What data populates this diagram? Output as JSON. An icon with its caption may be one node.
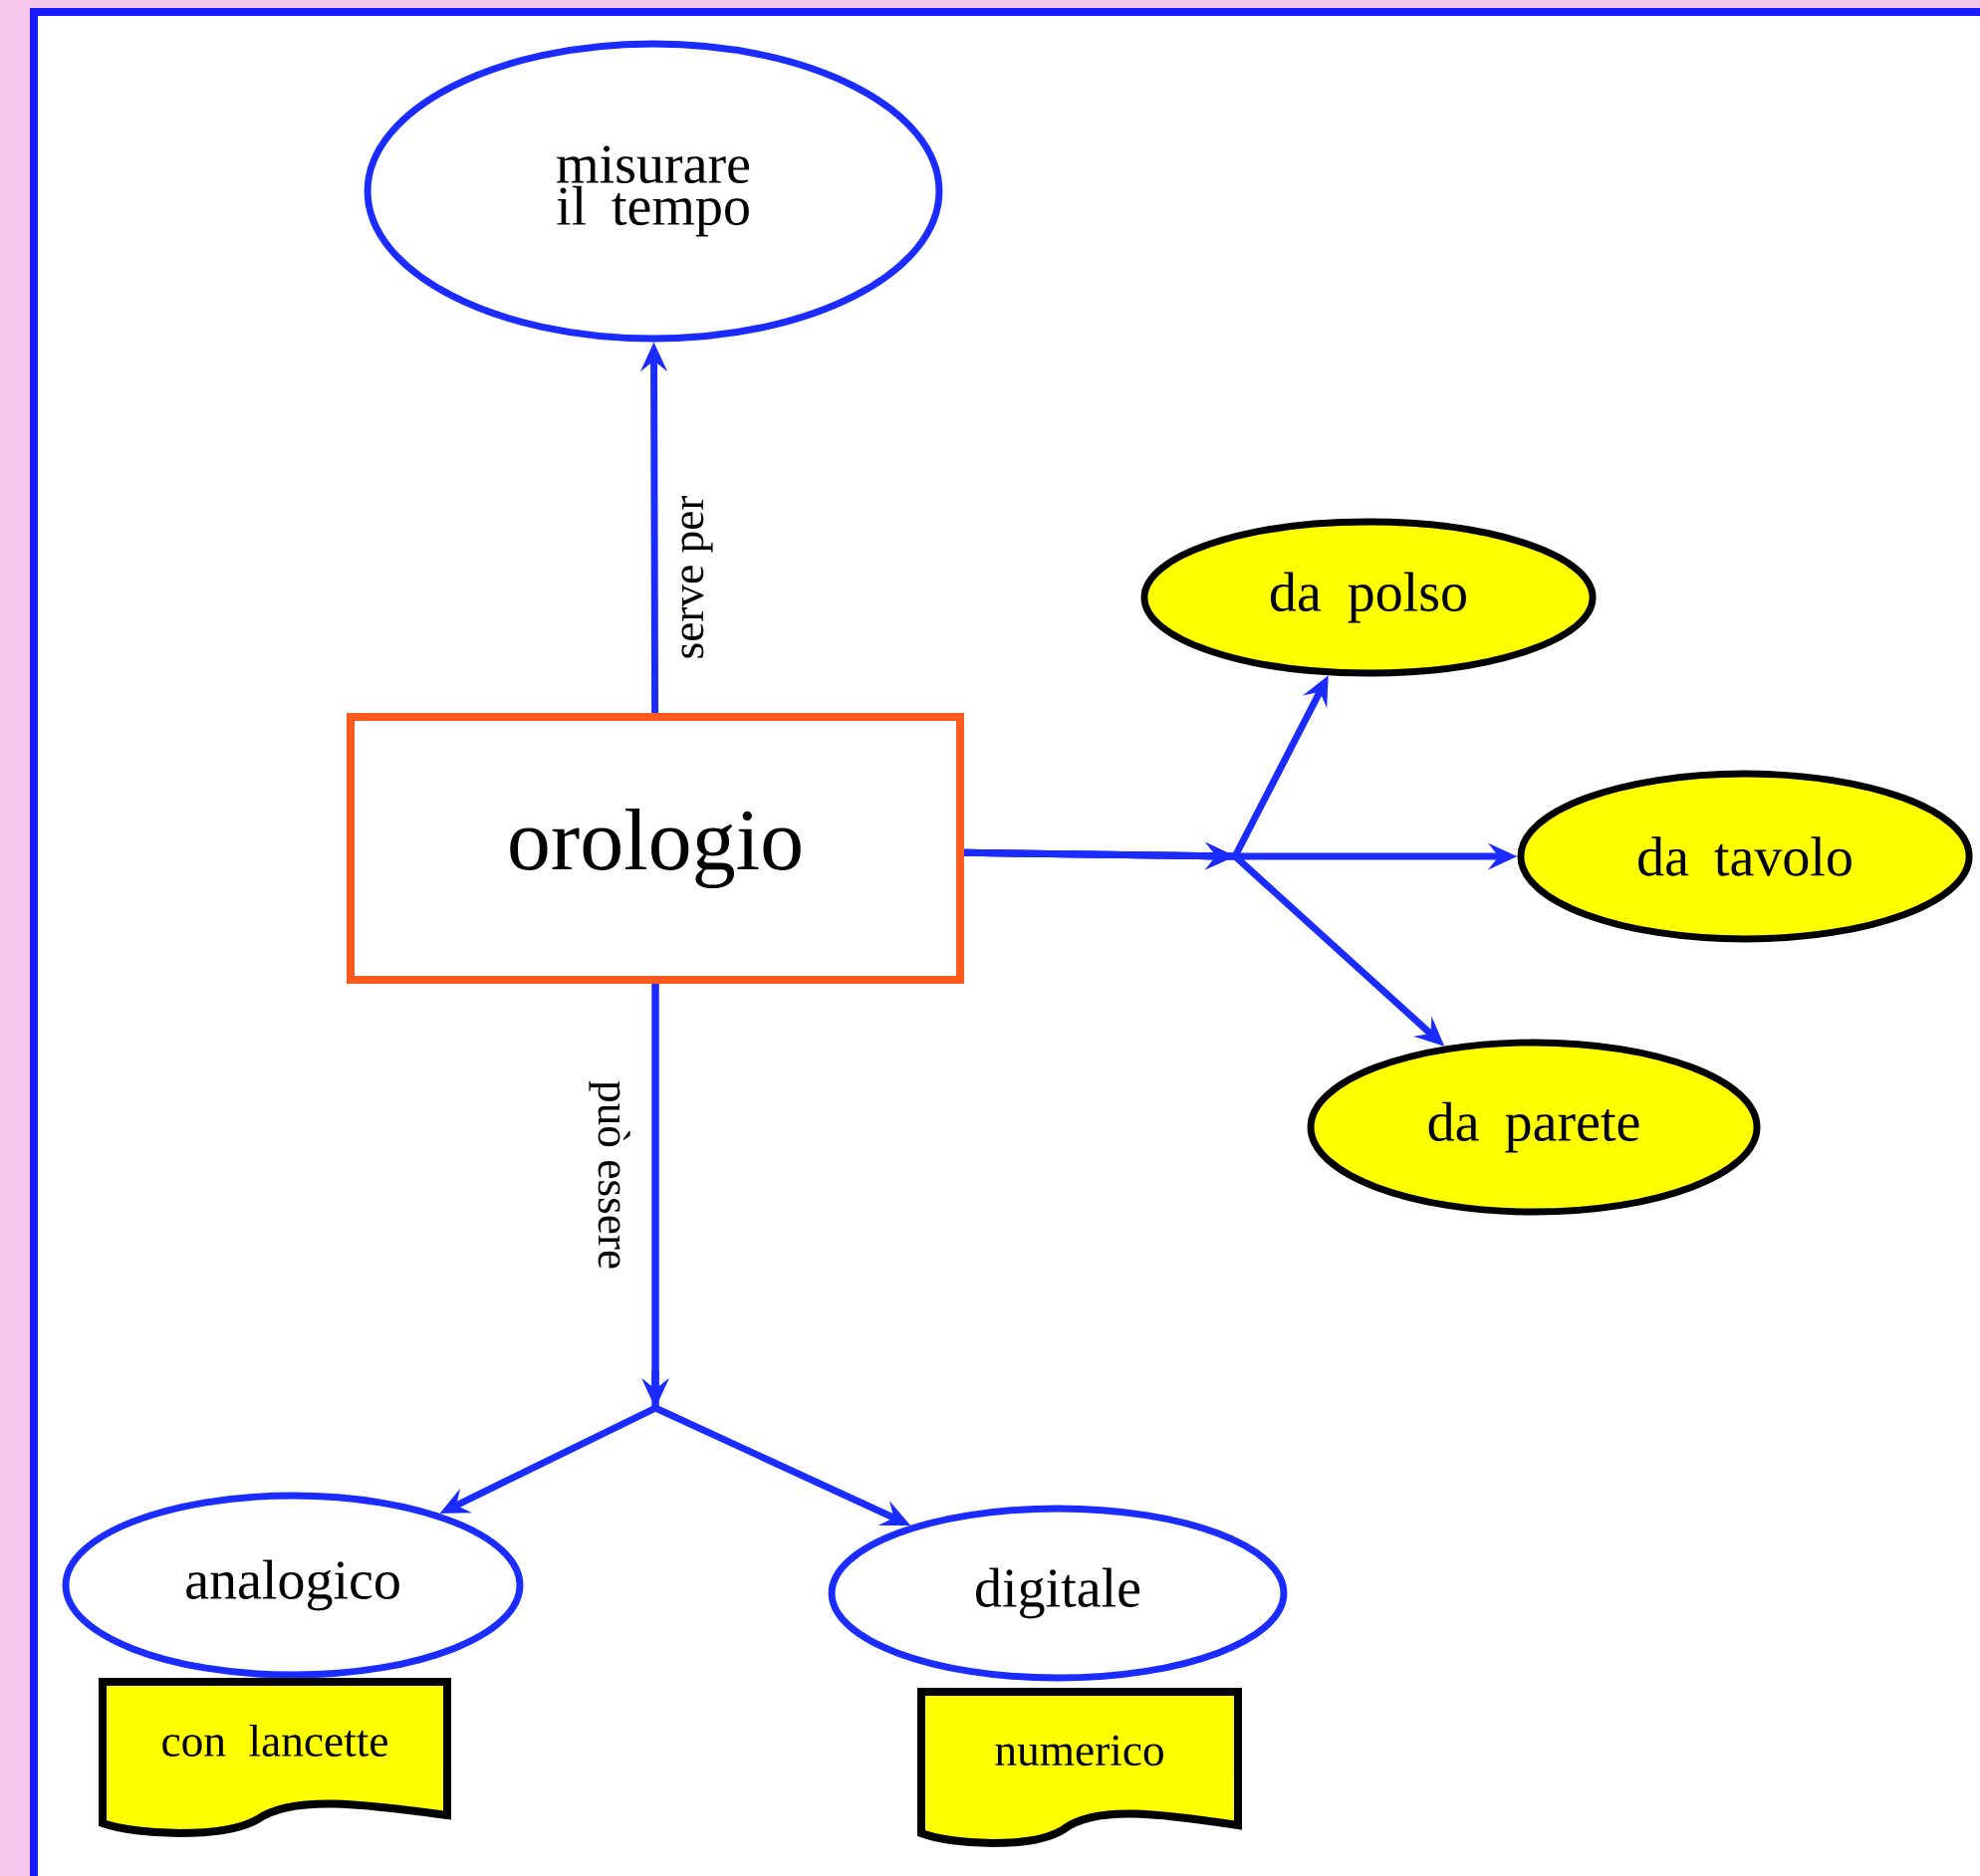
{
  "diagram": {
    "nodes": [
      {
        "text": [
          "orologio"
        ]
      },
      {
        "text": [
          "misurare il tempo"
        ]
      },
      {
        "text": [
          "da polso"
        ]
      },
      {
        "text": [
          "da tavolo"
        ]
      },
      {
        "text": [
          "da parete"
        ]
      },
      {
        "text": [
          "analogico"
        ]
      },
      {
        "text": [
          "digitale"
        ]
      },
      {
        "text": [
          "con lancette"
        ]
      },
      {
        "text": [
          "numerico"
        ]
      }
    ],
    "edges": [
      {
        "from": 0,
        "to": 1,
        "arrow": "to",
        "label": "serve per"
      },
      {
        "from": 0,
        "to": 2,
        "arrow": "to"
      },
      {
        "from": 0,
        "to": 3,
        "arrow": "to"
      },
      {
        "from": 0,
        "to": 4,
        "arrow": "to"
      },
      {
        "from": 0,
        "to": 5,
        "arrow": "to",
        "label": "può essere"
      },
      {
        "from": 0,
        "to": 6,
        "arrow": "to"
      }
    ]
  }
}
